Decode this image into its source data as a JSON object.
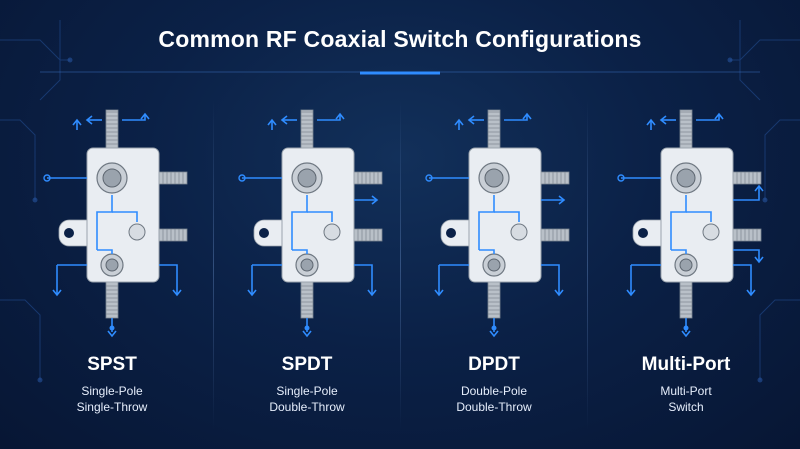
{
  "title": "Common RF Coaxial Switch Configurations",
  "colors": {
    "accent": "#2f8cff",
    "background": "#0b2147",
    "switch_body": "#e9edf2",
    "connector": "#b9c0c8"
  },
  "configurations": [
    {
      "name": "SPST",
      "line1": "Single-Pole",
      "line2": "Single-Throw"
    },
    {
      "name": "SPDT",
      "line1": "Single-Pole",
      "line2": "Double-Throw"
    },
    {
      "name": "DPDT",
      "line1": "Double-Pole",
      "line2": "Double-Throw"
    },
    {
      "name": "Multi-Port",
      "line1": "Multi-Port",
      "line2": "Switch"
    }
  ]
}
